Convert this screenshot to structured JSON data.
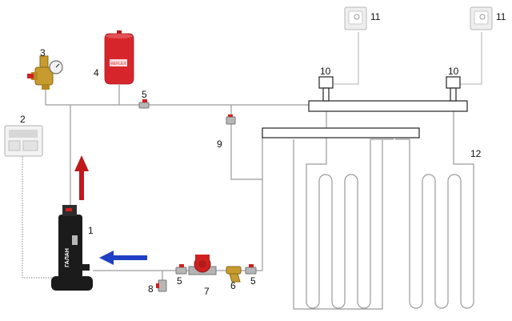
{
  "labels": {
    "boiler": "1",
    "controller": "2",
    "safety_group": "3",
    "expansion_tank": "4",
    "valve_top": "5",
    "valve_pump_left": "5",
    "valve_pump_right": "5",
    "filter": "6",
    "pump": "7",
    "drain_valve": "8",
    "bypass": "9",
    "actuator_left": "10",
    "actuator_right": "10",
    "thermostat_left": "11",
    "thermostat_right": "11",
    "floor_loop": "12"
  },
  "brand": {
    "boiler_text": "ГАЛАН",
    "tank_text": "REFLEX"
  },
  "colors": {
    "pipe": "#9a9a9a",
    "tank": "#d7262b",
    "arrow_up": "#c0191c",
    "arrow_left": "#1f3fc4",
    "boiler": "#1b1b1b",
    "valve_red": "#d02020",
    "brass": "#c79b2e"
  }
}
